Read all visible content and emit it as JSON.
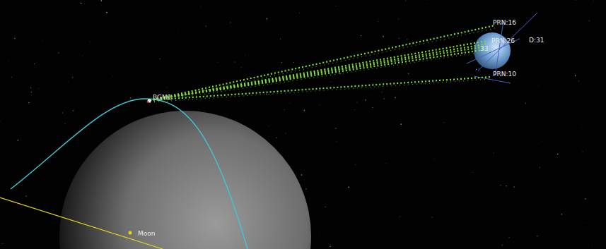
{
  "diagram": {
    "labels": [
      "BGM1",
      "Moon",
      "PRN:16",
      "PRN:26",
      "D:31",
      "33",
      "PRN:10"
    ]
  }
}
